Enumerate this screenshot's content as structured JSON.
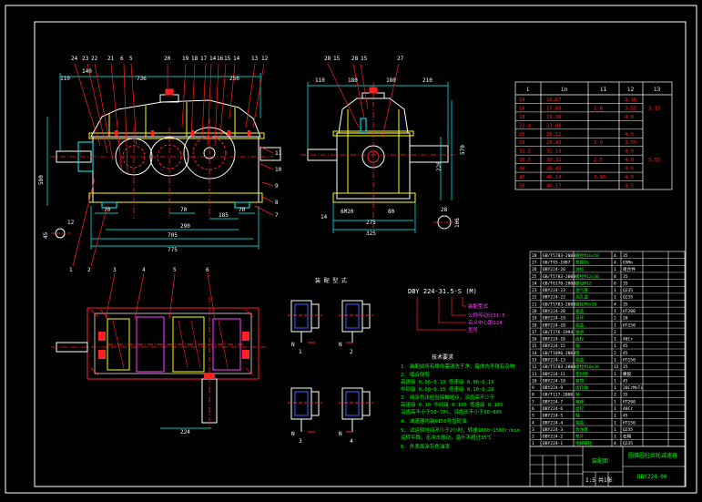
{
  "colors": {
    "background": "#000000",
    "frame": "#ffffff",
    "red": "#ff2020",
    "yellow": "#ffff00",
    "cyan": "#00ffff",
    "green": "#00ff00",
    "magenta": "#ff40ff",
    "white": "#ffffff",
    "blue": "#4060ff"
  },
  "front_view": {
    "top_labels": [
      "24",
      "23",
      "22",
      "21",
      "6",
      "5",
      "20",
      "19",
      "18",
      "17",
      "14",
      "16",
      "15",
      "14",
      "13",
      "12"
    ],
    "dim_110": "110",
    "dim_140": "140",
    "dim_736": "736",
    "dim_250": "250",
    "dim_70_left": "70",
    "dim_70_mid": "70",
    "dim_185": "185",
    "dim_70_right": "70",
    "dim_290": "290",
    "dim_705": "705",
    "dim_775": "775",
    "dim_580": "580",
    "right_labels": [
      "11",
      "10",
      "9",
      "8",
      "7"
    ],
    "bottom_labels": [
      "1",
      "2"
    ],
    "detail_12": "12",
    "detail_45": "45"
  },
  "side_view": {
    "top_labels": [
      "28",
      "15",
      "28",
      "15",
      "27"
    ],
    "dim_110": "110",
    "dim_180_a": "180",
    "dim_180_b": "180",
    "dim_210": "210",
    "dim_vertical": "570",
    "dim_vertical2": "220",
    "dim_14": "14",
    "dim_m": "6M20",
    "dim_80": "80",
    "dim_275": "275",
    "dim_325": "325",
    "detail_28": "28",
    "detail_106": "106"
  },
  "ratio_table": {
    "head": [
      "i",
      "in",
      "i1",
      "i2",
      "i3"
    ],
    "rows": [
      [
        "14",
        "16.67",
        "",
        "3.16",
        ""
      ],
      [
        "16",
        "17.83",
        "1.8",
        "3.55",
        "3.15"
      ],
      [
        "18",
        "19.39",
        "",
        "4.0",
        ""
      ],
      [
        "22.4",
        "23.08",
        "",
        "",
        ""
      ],
      [
        "25",
        "28.12",
        "",
        "4.5",
        ""
      ],
      [
        "28",
        "28.43",
        "2.0",
        "3.55",
        ""
      ],
      [
        "31.5",
        "31.18",
        "",
        "4.0",
        ""
      ],
      [
        "35.5",
        "35.31",
        "2.5",
        "4.0",
        "3.55"
      ],
      [
        "40",
        "38.45",
        "",
        "4.0",
        ""
      ],
      [
        "45",
        "46.14",
        "3.16",
        "4.0",
        ""
      ],
      [
        "50",
        "46.17",
        "",
        "4.5",
        ""
      ]
    ]
  },
  "section_view": {
    "top_labels": [
      "3",
      "4",
      "5",
      "6"
    ],
    "dim_224": "224"
  },
  "assembly_forms": {
    "title": "装 配 型 式",
    "labels": [
      "N",
      "N",
      "N",
      "N"
    ],
    "sub_labels": [
      "1",
      "2",
      "3",
      "4"
    ]
  },
  "model_code": {
    "code": "DBY  224-31.5-S (M)",
    "notes": [
      "装配型式",
      "公称传动比31.5",
      "名义中心距224",
      "型号"
    ]
  },
  "tech_notes": {
    "title": "技术要求",
    "lines": [
      "1. 装配前所有零件需清洗干净，箱体内不得有杂物",
      "2. 啮合侧隙 ",
      "   高速级 0.06~0.10     低速级 0.06~0.10",
      "   中间级 0.08~0.15     低速级 0.10~0.20",
      "3. 用涂色法检验接触斑点，沿齿高不少于",
      "   高速级 0.10  中间级 0.160  低速级 0.185",
      "   沿齿高不小于50~70%，沿齿长不小于60~80%",
      "4. 减速器内装N150号齿轮油",
      "5. 试运转时间不少于2小时，转速1000~1500r/min",
      "   运转平稳，无冲击振动，温升不超过35℃",
      "6. 外表面涂灰色油漆"
    ]
  },
  "parts_list": {
    "rows": [
      [
        "28",
        "GB/T5783-2000",
        "螺栓M16x50",
        "4",
        "35",
        ""
      ],
      [
        "27",
        "GB/T93-1987",
        "垫圈16",
        "4",
        "65Mn",
        ""
      ],
      [
        "26",
        "DBY224-26",
        "油标",
        "1",
        "组合件",
        ""
      ],
      [
        "25",
        "GB/T5783-2000",
        "螺栓M12x40",
        "8",
        "35",
        ""
      ],
      [
        "24",
        "GB/T6170-2000",
        "螺母M12",
        "8",
        "35",
        ""
      ],
      [
        "23",
        "DBY224-23",
        "透气塞",
        "1",
        "Q235",
        ""
      ],
      [
        "22",
        "DBY224-22",
        "视孔盖",
        "1",
        "Q235",
        ""
      ],
      [
        "21",
        "GB/T5783-2000",
        "螺栓M8x20",
        "4",
        "35",
        ""
      ],
      [
        "20",
        "DBY224-20",
        "箱盖",
        "1",
        "HT200",
        ""
      ],
      [
        "19",
        "DBY224-19",
        "吊环",
        "2",
        "20",
        ""
      ],
      [
        "18",
        "DBY224-18",
        "端盖",
        "1",
        "HT150",
        ""
      ],
      [
        "17",
        "GB/T276-1994",
        "轴承",
        "2",
        "",
        ""
      ],
      [
        "16",
        "DBY224-16",
        "齿轮",
        "1",
        "40Cr",
        ""
      ],
      [
        "15",
        "DBY224-15",
        "轴",
        "1",
        "45",
        ""
      ],
      [
        "14",
        "GB/T1096-2003",
        "键",
        "2",
        "45",
        ""
      ],
      [
        "13",
        "DBY224-13",
        "端盖",
        "1",
        "HT150",
        ""
      ],
      [
        "12",
        "GB/T5783-2000",
        "螺栓M10x30",
        "12",
        "35",
        ""
      ],
      [
        "11",
        "DBY224-11",
        "密封圈",
        "1",
        "橡胶",
        ""
      ],
      [
        "10",
        "DBY224-10",
        "套筒",
        "1",
        "45",
        ""
      ],
      [
        "9",
        "DBY224-9",
        "齿轮轴",
        "1",
        "20CrMnTi",
        ""
      ],
      [
        "8",
        "GB/T117-2000",
        "销",
        "2",
        "35",
        ""
      ],
      [
        "7",
        "DBY224-7",
        "箱座",
        "1",
        "HT200",
        ""
      ],
      [
        "6",
        "DBY224-6",
        "齿轮",
        "1",
        "40Cr",
        ""
      ],
      [
        "5",
        "DBY224-5",
        "轴",
        "1",
        "45",
        ""
      ],
      [
        "4",
        "DBY224-4",
        "端盖",
        "1",
        "HT150",
        ""
      ],
      [
        "3",
        "DBY224-3",
        "放油塞",
        "1",
        "Q235",
        ""
      ],
      [
        "2",
        "DBY224-2",
        "垫片",
        "1",
        "石棉",
        ""
      ],
      [
        "1",
        "DBY224-1",
        "地脚螺栓",
        "4",
        "Q235",
        ""
      ]
    ]
  },
  "title_block": {
    "drawing_title": "圆锥圆柱齿轮减速器",
    "subtitle": "装配图",
    "drawing_no": "DBY224-00",
    "scale": "1:5",
    "sheet": "共1张"
  }
}
